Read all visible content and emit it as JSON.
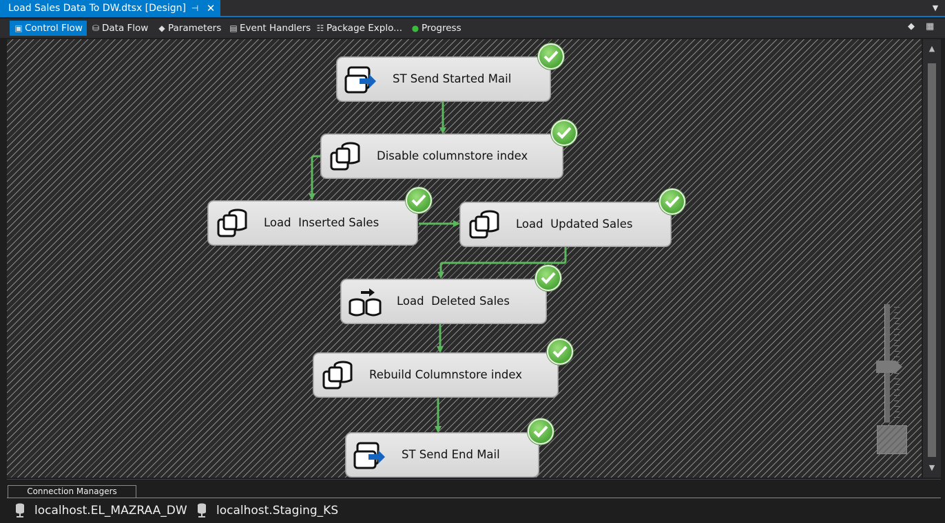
{
  "document_tab": {
    "title": "Load Sales Data  To DW.dtsx [Design]",
    "pin_glyph": "⊣",
    "close_glyph": "✕"
  },
  "designer_tabs": [
    {
      "label": "Control Flow",
      "icon": "control-flow-icon",
      "active": true
    },
    {
      "label": "Data Flow",
      "icon": "data-flow-icon",
      "active": false
    },
    {
      "label": "Parameters",
      "icon": "parameters-icon",
      "active": false
    },
    {
      "label": "Event Handlers",
      "icon": "event-handlers-icon",
      "active": false
    },
    {
      "label": "Package Explo...",
      "icon": "package-explorer-icon",
      "active": false
    },
    {
      "label": "Progress",
      "icon": "play-icon",
      "active": false
    }
  ],
  "tasks": [
    {
      "label": "ST Send Started Mail",
      "type": "script-task",
      "status": "success"
    },
    {
      "label": "Disable columnstore index",
      "type": "execute-sql-task",
      "status": "success"
    },
    {
      "label": "Load  Inserted Sales",
      "type": "execute-sql-task",
      "status": "success"
    },
    {
      "label": "Load  Updated Sales",
      "type": "execute-sql-task",
      "status": "success"
    },
    {
      "label": "Load  Deleted Sales",
      "type": "data-flow-task",
      "status": "success"
    },
    {
      "label": "Rebuild Columnstore index",
      "type": "execute-sql-task",
      "status": "success"
    },
    {
      "label": "ST Send End Mail",
      "type": "script-task",
      "status": "success"
    }
  ],
  "connection_managers": {
    "tab_label": "Connection Managers",
    "items": [
      {
        "label": "localhost.EL_MAZRAA_DW",
        "icon": "database-connection-icon"
      },
      {
        "label": "localhost.Staging_KS",
        "icon": "database-connection-icon"
      }
    ]
  },
  "colors": {
    "accent": "#007acc",
    "canvas_stripe": "#8a8a8a",
    "connector": "#5cb85c",
    "success": "#4fa83b"
  }
}
